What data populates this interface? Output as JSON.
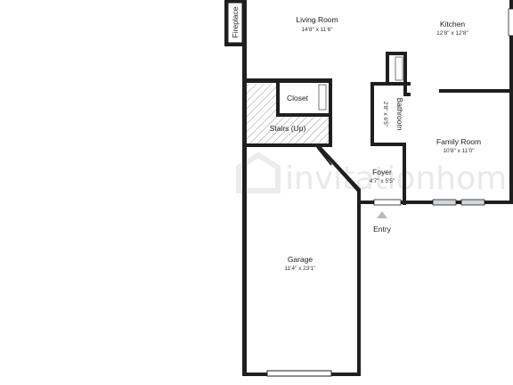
{
  "rooms": {
    "living_room": {
      "name": "Living Room",
      "size": "14'8\" x 11'6\""
    },
    "kitchen": {
      "name": "Kitchen",
      "size": "12'8\" x 12'8\""
    },
    "closet": {
      "name": "Closet"
    },
    "stairs": {
      "name": "Stairs (Up)"
    },
    "bathroom": {
      "name": "Bathroom",
      "size": "2'8\" x 6'5\""
    },
    "family_room": {
      "name": "Family Room",
      "size": "10'8\" x 11'0\""
    },
    "foyer": {
      "name": "Foyer",
      "size": "4'7\" x 5'5\""
    },
    "garage": {
      "name": "Garage",
      "size": "11'4\" x 23'1\""
    },
    "fireplace": {
      "name": "Fireplace"
    }
  },
  "entry": {
    "label": "Entry"
  },
  "watermark": {
    "text": "invitationhomes"
  },
  "colors": {
    "wall": "#1f1f1f",
    "hatch": "#9a9a9a",
    "watermark": "#e9e9e9",
    "window": "#cfd6dc"
  }
}
